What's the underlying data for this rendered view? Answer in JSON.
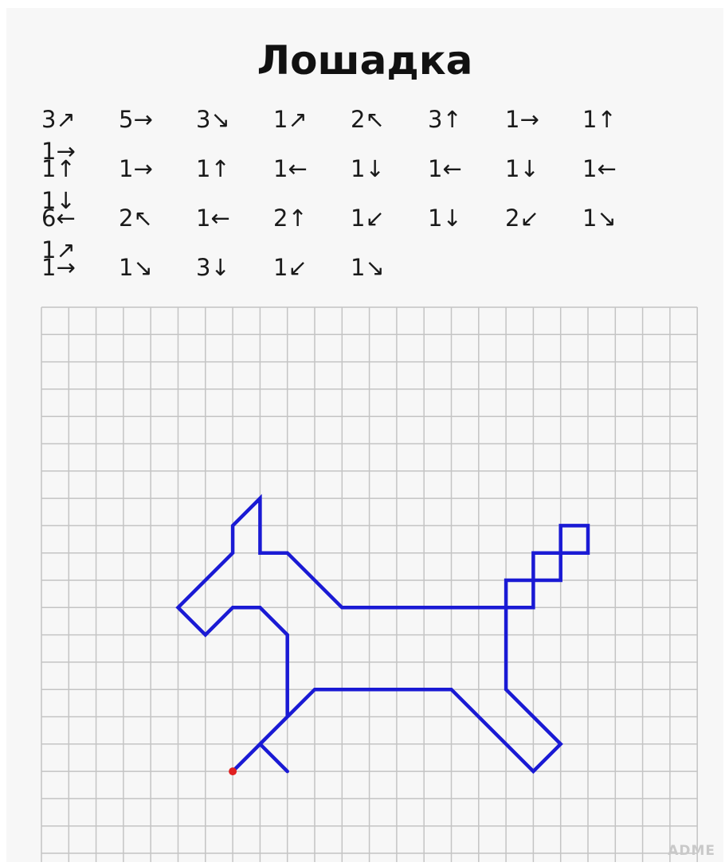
{
  "title": "Лошадка",
  "instructions": [
    "3↗",
    "5→",
    "3↘",
    "1↗",
    "2↖",
    "3↑",
    "1→",
    "1↑",
    "1→",
    "1↑",
    "1→",
    "1↑",
    "1←",
    "1↓",
    "1←",
    "1↓",
    "1←",
    "1↓",
    "6←",
    "2↖",
    "1←",
    "2↑",
    "1↙",
    "1↓",
    "2↙",
    "1↘",
    "1↗",
    "1→",
    "1↘",
    "3↓",
    "1↙",
    "1↘"
  ],
  "grid": {
    "columns": 24,
    "rows": 22,
    "line_color": "#c4c4c4",
    "path_color": "#1a1ad4",
    "start_color": "#e02020",
    "start": [
      7,
      5
    ]
  },
  "watermark": "ADME"
}
